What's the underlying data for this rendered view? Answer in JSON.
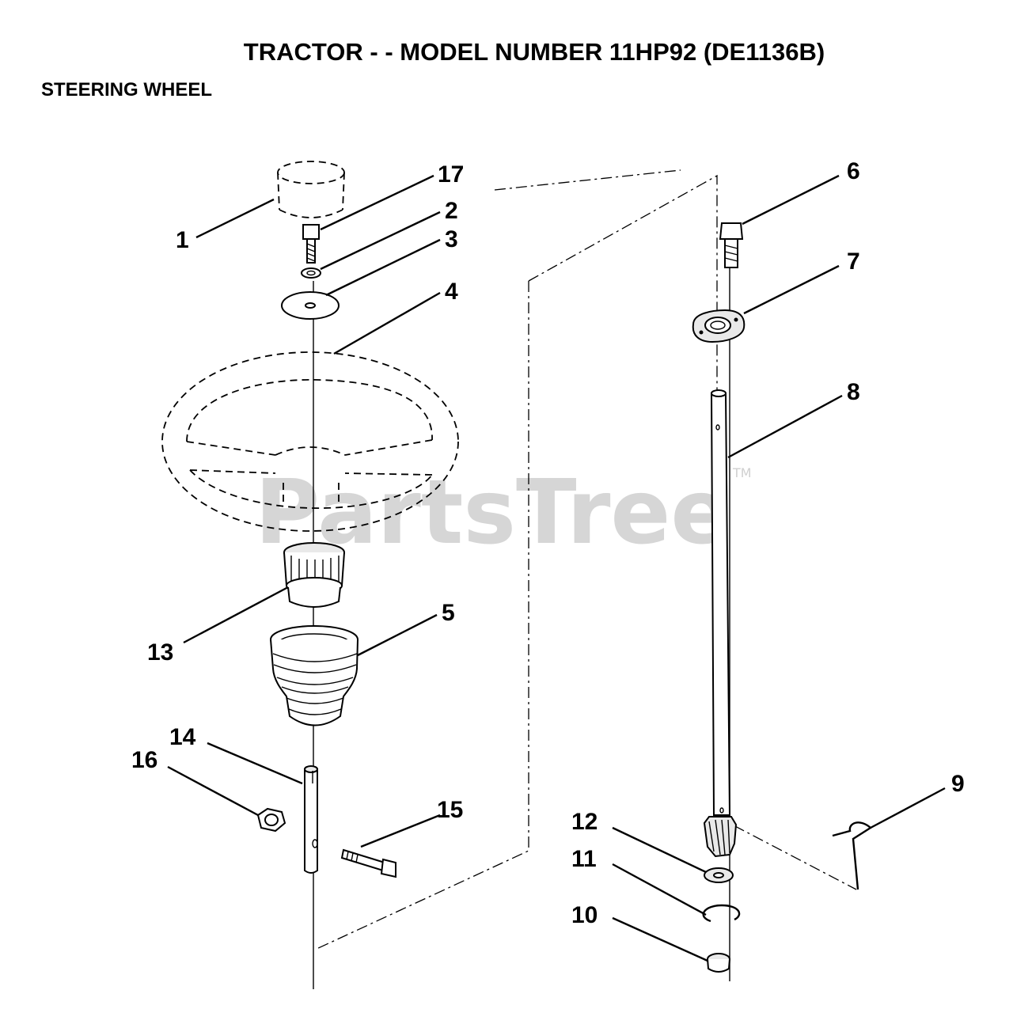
{
  "header": {
    "title": "TRACTOR - - MODEL NUMBER 11HP92 (DE1136B)",
    "subtitle": "STEERING WHEEL"
  },
  "watermark": {
    "text": "PartsTree",
    "trademark": "TM"
  },
  "callouts": {
    "c1": "1",
    "c2": "2",
    "c3": "3",
    "c4": "4",
    "c5": "5",
    "c6": "6",
    "c7": "7",
    "c8": "8",
    "c9": "9",
    "c10": "10",
    "c11": "11",
    "c12": "12",
    "c13": "13",
    "c14": "14",
    "c15": "15",
    "c16": "16",
    "c17": "17"
  }
}
